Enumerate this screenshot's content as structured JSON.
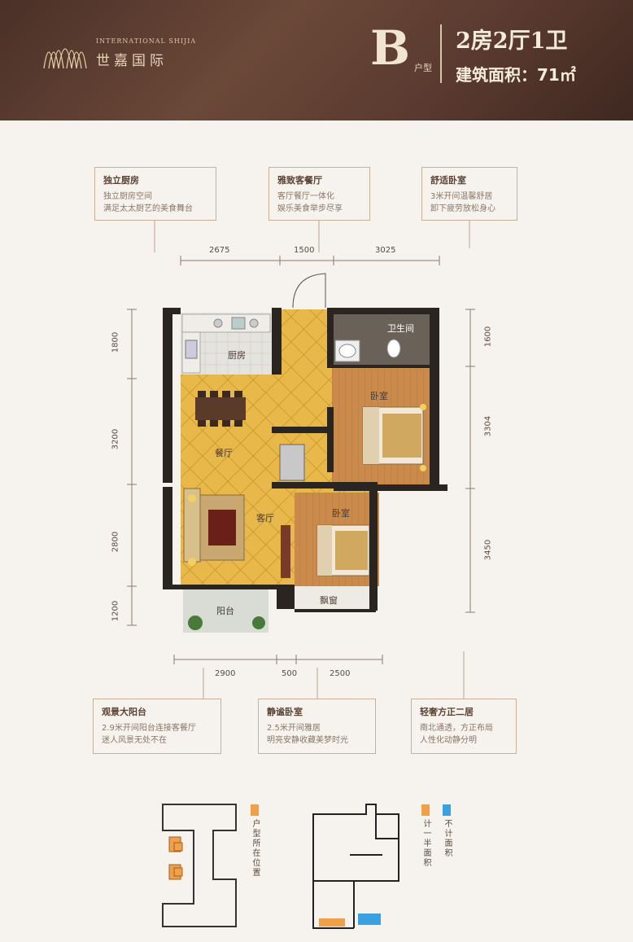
{
  "header": {
    "brand_en": "INTERNATIONAL SHIJIA",
    "brand_cn": "世嘉国际",
    "unit_letter": "B",
    "unit_label": "户型",
    "room_type": "2房2厅1卫",
    "area": "建筑面积：71㎡"
  },
  "callouts": [
    {
      "title": "独立厨房",
      "lines": [
        "独立厨房空间",
        "满足太太厨艺的美食舞台"
      ]
    },
    {
      "title": "雅致客餐厅",
      "lines": [
        "客厅餐厅一体化",
        "娱乐美食举步尽享"
      ]
    },
    {
      "title": "舒适卧室",
      "lines": [
        "3米开间温馨舒居",
        "卸下疲劳放松身心"
      ]
    },
    {
      "title": "观景大阳台",
      "lines": [
        "2.9米开间阳台连接客餐厅",
        "迷人风景无处不在"
      ]
    },
    {
      "title": "静谧卧室",
      "lines": [
        "2.5米开间雅居",
        "明亮安静收藏美梦时光"
      ]
    },
    {
      "title": "轻奢方正二居",
      "lines": [
        "南北通透，方正布局",
        "人性化动静分明"
      ]
    }
  ],
  "dimensions": {
    "top": [
      "2675",
      "1500",
      "3025"
    ],
    "bottom": [
      "2900",
      "500",
      "2500"
    ],
    "left": [
      "1800",
      "3200",
      "2800",
      "1200"
    ],
    "right": [
      "1600",
      "3304",
      "3450"
    ]
  },
  "rooms": {
    "kitchen": "厨房",
    "bathroom": "卫生间",
    "bedroom_1": "卧室",
    "dining": "餐厅",
    "living": "客厅",
    "bedroom_2": "卧室",
    "bay_window": "飘窗",
    "balcony": "阳台"
  },
  "legend": {
    "location": "户型所在位置",
    "half_area": "计一半面积",
    "no_area": "不计面积",
    "colors": {
      "orange": "#f0a048",
      "blue": "#3aa0e0"
    }
  }
}
